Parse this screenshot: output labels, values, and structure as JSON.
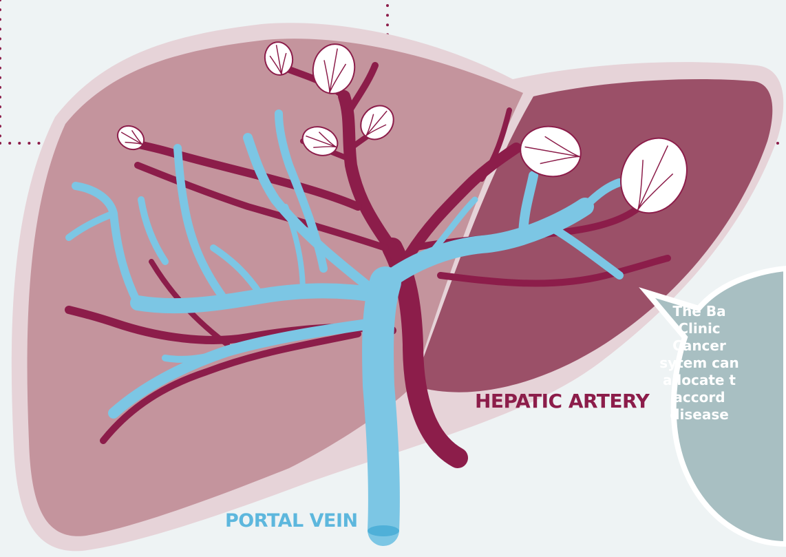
{
  "labels": {
    "hepatic_artery": "HEPATIC ARTERY",
    "portal_vein": "PORTAL VEIN"
  },
  "callout": {
    "lines": [
      "The Ba",
      "Clinic",
      "Cancer",
      "sytem can",
      "allocate t",
      "accord",
      "disease"
    ]
  },
  "colors": {
    "background": "#eef3f4",
    "liver_outline": "#e6d3d8",
    "liver_right_lobe": "#c4949d",
    "liver_left_lobe": "#9b5068",
    "hepatic_artery": "#8c1d4a",
    "portal_vein": "#7cc6e4",
    "tumor": "#ffffff",
    "callout_fill": "#a8bfc2",
    "artery_label": "#8c1d4a",
    "vein_label": "#5db7dd"
  },
  "icons": {
    "tumor": "tumor-icon"
  }
}
